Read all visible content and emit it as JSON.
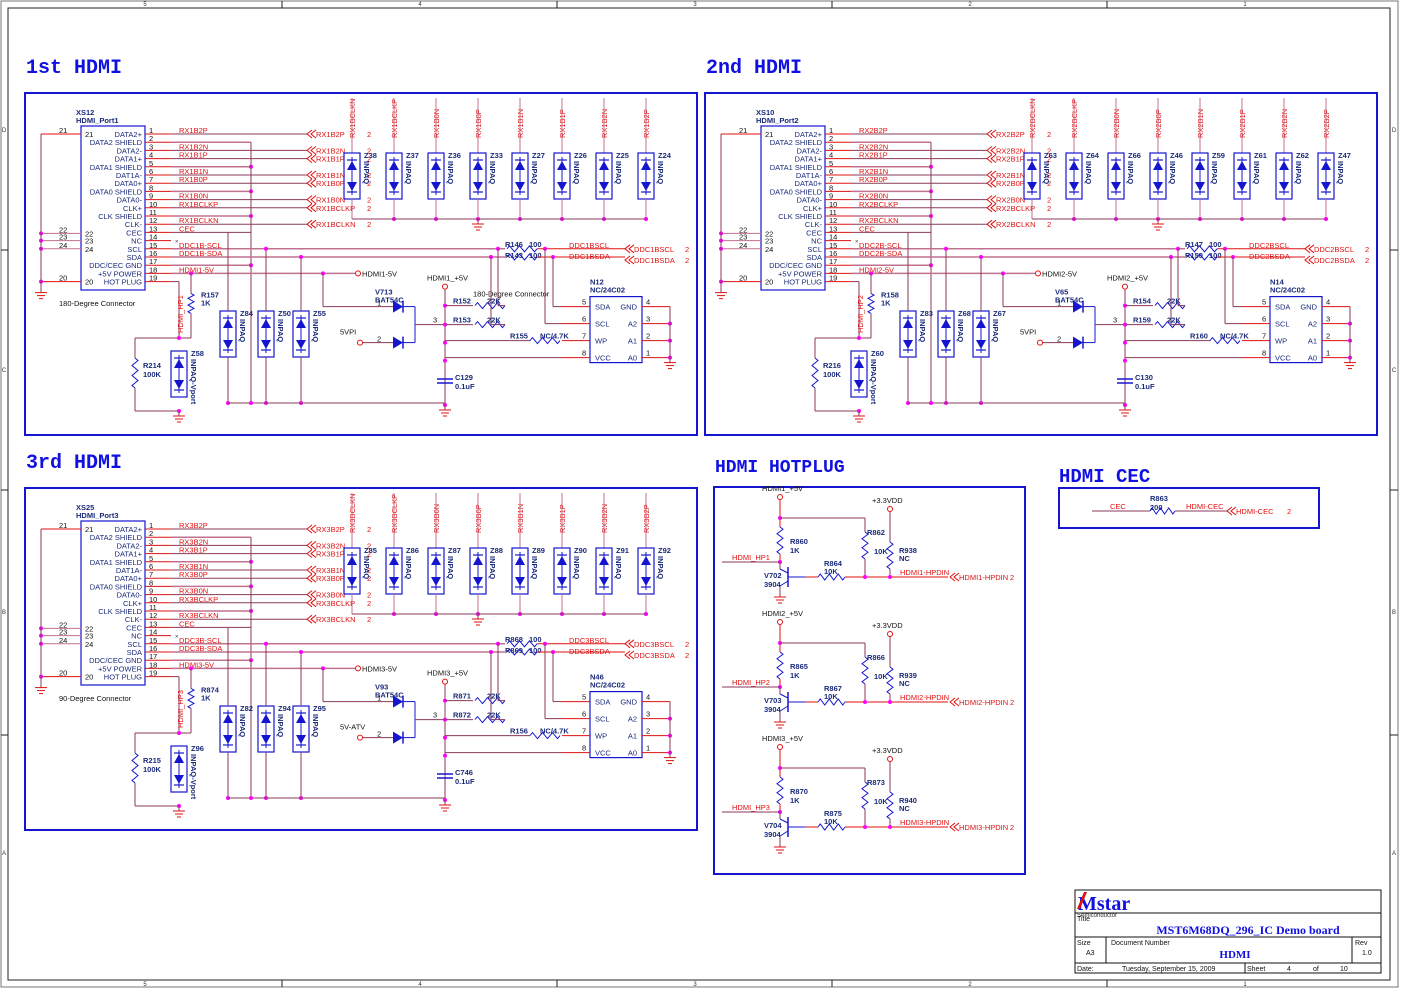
{
  "frame": {
    "col_labels": [
      "5",
      "4",
      "3",
      "2",
      "1"
    ],
    "row_labels": [
      "D",
      "C",
      "B",
      "A"
    ]
  },
  "blocks": {
    "hdmi1": {
      "title": "1st HDMI",
      "connector_ref": "XS12",
      "connector_name": "HDMI_Port1",
      "connector_note": "180-Degree Connector",
      "prefix": "RX1",
      "ddc_scl": "DDC1B-SCL",
      "ddc_sda": "DDC1B-SDA",
      "pwr_net": "HDMI1-5V",
      "hp_net": "HDMI_HP1",
      "ddc_scl_out": "DDC1BSCL",
      "ddc_sda_out": "DDC1BSDA",
      "esd_refs": [
        "Z38",
        "Z37",
        "Z36",
        "Z33",
        "Z27",
        "Z26",
        "Z25",
        "Z24"
      ],
      "esd_nets": [
        "RX1BCLKN",
        "RX1BCLKP",
        "RX1B0N",
        "RX1B0P",
        "RX1B1N",
        "RX1B1P",
        "RX1B2N",
        "RX1B2P"
      ],
      "esd_low_refs": [
        "Z84",
        "Z50",
        "Z55"
      ],
      "vport_ref": "Z58",
      "r_hp": {
        "ref": "R157",
        "val": "1K"
      },
      "r_pd": {
        "ref": "R214",
        "val": "100K"
      },
      "r_scl": {
        "ref": "R146",
        "val": "100"
      },
      "r_sda": {
        "ref": "R143",
        "val": "100"
      },
      "r_pu1": {
        "ref": "R152",
        "val": "22K"
      },
      "r_pu2": {
        "ref": "R153",
        "val": "22K"
      },
      "r_wp": {
        "ref": "R155",
        "val": "NC/4.7K"
      },
      "diode": {
        "ref": "V713",
        "val": "BAT54C"
      },
      "vplus": "HDMI1_+5V",
      "vin2": "5VPI",
      "cap": {
        "ref": "C129",
        "val": "0.1uF"
      },
      "eeprom": {
        "ref": "N12",
        "val": "NC/24C02"
      },
      "extra_note": "180-Degree Connector",
      "net_lines": [
        {
          "pin": "1",
          "net": "RX1B2P",
          "out": "RX1B2P"
        },
        {
          "pin": "3",
          "net": "RX1B2N",
          "out": "RX1B2N"
        },
        {
          "pin": "4",
          "net": "RX1B1P",
          "out": "RX1B1P"
        },
        {
          "pin": "6",
          "net": "RX1B1N",
          "out": "RX1B1N"
        },
        {
          "pin": "7",
          "net": "RX1B0P",
          "out": "RX1B0P"
        },
        {
          "pin": "9",
          "net": "RX1B0N",
          "out": "RX1B0N"
        },
        {
          "pin": "10",
          "net": "RX1BCLKP",
          "out": "RX1BCLKP"
        },
        {
          "pin": "12",
          "net": "RX1BCLKN",
          "out": "RX1BCLKN"
        },
        {
          "pin": "13",
          "net": "CEC",
          "out": ""
        }
      ]
    },
    "hdmi2": {
      "title": "2nd HDMI",
      "connector_ref": "XS10",
      "connector_name": "HDMI_Port2",
      "connector_note": "",
      "prefix": "RX2",
      "ddc_scl": "DDC2B-SCL",
      "ddc_sda": "DDC2B-SDA",
      "pwr_net": "HDMI2-5V",
      "hp_net": "HDMI_HP2",
      "ddc_scl_out": "DDC2BSCL",
      "ddc_sda_out": "DDC2BSDA",
      "esd_refs": [
        "Z63",
        "Z64",
        "Z66",
        "Z46",
        "Z59",
        "Z61",
        "Z62",
        "Z47"
      ],
      "esd_nets": [
        "RX2BCLKN",
        "RX2BCLKP",
        "RX2B0N",
        "RX2B0P",
        "RX2B1N",
        "RX2B1P",
        "RX2B2N",
        "RX2B2P"
      ],
      "esd_low_refs": [
        "Z83",
        "Z68",
        "Z67"
      ],
      "vport_ref": "Z60",
      "r_hp": {
        "ref": "R158",
        "val": "1K"
      },
      "r_pd": {
        "ref": "R216",
        "val": "100K"
      },
      "r_scl": {
        "ref": "R147",
        "val": "100"
      },
      "r_sda": {
        "ref": "R150",
        "val": "100"
      },
      "r_pu1": {
        "ref": "R154",
        "val": "22K"
      },
      "r_pu2": {
        "ref": "R159",
        "val": "22K"
      },
      "r_wp": {
        "ref": "R160",
        "val": "NC/4.7K"
      },
      "diode": {
        "ref": "V65",
        "val": "BAT54C"
      },
      "vplus": "HDMI2_+5V",
      "vin2": "5VPI",
      "cap": {
        "ref": "C130",
        "val": "0.1uF"
      },
      "eeprom": {
        "ref": "N14",
        "val": "NC/24C02"
      },
      "extra_note": "",
      "net_lines": [
        {
          "pin": "1",
          "net": "RX2B2P",
          "out": "RX2B2P"
        },
        {
          "pin": "3",
          "net": "RX2B2N",
          "out": "RX2B2N"
        },
        {
          "pin": "4",
          "net": "RX2B1P",
          "out": "RX2B1P"
        },
        {
          "pin": "6",
          "net": "RX2B1N",
          "out": "RX2B1N"
        },
        {
          "pin": "7",
          "net": "RX2B0P",
          "out": "RX2B0P"
        },
        {
          "pin": "9",
          "net": "RX2B0N",
          "out": "RX2B0N"
        },
        {
          "pin": "10",
          "net": "RX2BCLKP",
          "out": "RX2BCLKP"
        },
        {
          "pin": "12",
          "net": "RX2BCLKN",
          "out": "RX2BCLKN"
        },
        {
          "pin": "13",
          "net": "CEC",
          "out": ""
        }
      ]
    },
    "hdmi3": {
      "title": "3rd HDMI",
      "connector_ref": "XS25",
      "connector_name": "HDMI_Port3",
      "connector_note": "90-Degree Connector",
      "prefix": "RX3",
      "ddc_scl": "DDC3B-SCL",
      "ddc_sda": "DDC3B-SDA",
      "pwr_net": "HDMI3-5V",
      "hp_net": "HDMI_HP3",
      "ddc_scl_out": "DDC3BSCL",
      "ddc_sda_out": "DDC3BSDA",
      "esd_refs": [
        "Z85",
        "Z86",
        "Z87",
        "Z88",
        "Z89",
        "Z90",
        "Z91",
        "Z92"
      ],
      "esd_nets": [
        "RX3BCLKN",
        "RX3BCLKP",
        "RX3B0N",
        "RX3B0P",
        "RX3B1N",
        "RX3B1P",
        "RX3B2N",
        "RX3B2P"
      ],
      "esd_low_refs": [
        "Z82",
        "Z94",
        "Z95"
      ],
      "vport_ref": "Z96",
      "r_hp": {
        "ref": "R874",
        "val": "1K"
      },
      "r_pd": {
        "ref": "R215",
        "val": "100K"
      },
      "r_scl": {
        "ref": "R868",
        "val": "100"
      },
      "r_sda": {
        "ref": "R869",
        "val": "100"
      },
      "r_pu1": {
        "ref": "R871",
        "val": "22K"
      },
      "r_pu2": {
        "ref": "R872",
        "val": "22K"
      },
      "r_wp": {
        "ref": "R156",
        "val": "NC/4.7K"
      },
      "diode": {
        "ref": "V93",
        "val": "BAT54C"
      },
      "vplus": "HDMI3_+5V",
      "vin2": "5V-ATV",
      "cap": {
        "ref": "C746",
        "val": "0.1uF"
      },
      "eeprom": {
        "ref": "N46",
        "val": "NC/24C02"
      },
      "extra_note": "",
      "net_lines": [
        {
          "pin": "1",
          "net": "RX3B2P",
          "out": "RX3B2P"
        },
        {
          "pin": "3",
          "net": "RX3B2N",
          "out": "RX3B2N"
        },
        {
          "pin": "4",
          "net": "RX3B1P",
          "out": "RX3B1P"
        },
        {
          "pin": "6",
          "net": "RX3B1N",
          "out": "RX3B1N"
        },
        {
          "pin": "7",
          "net": "RX3B0P",
          "out": "RX3B0P"
        },
        {
          "pin": "9",
          "net": "RX3B0N",
          "out": "RX3B0N"
        },
        {
          "pin": "10",
          "net": "RX3BCLKP",
          "out": "RX3BCLKP"
        },
        {
          "pin": "12",
          "net": "RX3BCLKN",
          "out": "RX3BCLKN"
        },
        {
          "pin": "13",
          "net": "CEC",
          "out": ""
        }
      ]
    }
  },
  "connector_pins": [
    {
      "num": "1",
      "name": "DATA2+"
    },
    {
      "num": "2",
      "name": "DATA2 SHIELD"
    },
    {
      "num": "3",
      "name": "DATA2-"
    },
    {
      "num": "4",
      "name": "DATA1+"
    },
    {
      "num": "5",
      "name": "DATA1 SHIELD"
    },
    {
      "num": "6",
      "name": "DAT1A-"
    },
    {
      "num": "7",
      "name": "DATA0+"
    },
    {
      "num": "8",
      "name": "DATA0 SHIELD"
    },
    {
      "num": "9",
      "name": "DATA0-"
    },
    {
      "num": "10",
      "name": "CLK+"
    },
    {
      "num": "11",
      "name": "CLK SHIELD"
    },
    {
      "num": "12",
      "name": "CLK-"
    },
    {
      "num": "13",
      "name": "CEC"
    },
    {
      "num": "14",
      "name": "NC"
    },
    {
      "num": "15",
      "name": "SCL"
    },
    {
      "num": "16",
      "name": "SDA"
    },
    {
      "num": "17",
      "name": "DDC/CEC GND"
    },
    {
      "num": "18",
      "name": "+5V POWER"
    },
    {
      "num": "19",
      "name": "HOT PLUG"
    }
  ],
  "connector_left_pins": [
    "21",
    "22",
    "23",
    "24",
    "20"
  ],
  "eeprom_pins": {
    "left": [
      {
        "num": "5",
        "name": "SDA"
      },
      {
        "num": "6",
        "name": "SCL"
      },
      {
        "num": "7",
        "name": "WP"
      },
      {
        "num": "8",
        "name": "VCC"
      }
    ],
    "right": [
      {
        "num": "4",
        "name": "GND"
      },
      {
        "num": "3",
        "name": "A2"
      },
      {
        "num": "2",
        "name": "A1"
      },
      {
        "num": "1",
        "name": "A0"
      }
    ]
  },
  "esd_part": "INPAQ",
  "esd_vport_part": "INPAQ-Vport",
  "sheet_ref": "2",
  "hotplug": {
    "title": "HDMI HOTPLUG",
    "vdd": "+3.3VDD",
    "circuits": [
      {
        "vin": "HDMI1_+5V",
        "hp": "HDMI_HP1",
        "r_top": {
          "ref": "R860",
          "val": "1K"
        },
        "r_pu": {
          "ref": "R862",
          "val": "10K"
        },
        "r_nc": {
          "ref": "R938",
          "val": "NC"
        },
        "r_base": {
          "ref": "R864",
          "val": "10K"
        },
        "q": {
          "ref": "V702",
          "val": "3904"
        },
        "out": "HDMI1-HPDIN"
      },
      {
        "vin": "HDMI2_+5V",
        "hp": "HDMI_HP2",
        "r_top": {
          "ref": "R865",
          "val": "1K"
        },
        "r_pu": {
          "ref": "R866",
          "val": "10K"
        },
        "r_nc": {
          "ref": "R939",
          "val": "NC"
        },
        "r_base": {
          "ref": "R867",
          "val": "10K"
        },
        "q": {
          "ref": "V703",
          "val": "3904"
        },
        "out": "HDMI2-HPDIN"
      },
      {
        "vin": "HDMI3_+5V",
        "hp": "HDMI_HP3",
        "r_top": {
          "ref": "R870",
          "val": "1K"
        },
        "r_pu": {
          "ref": "R873",
          "val": "10K"
        },
        "r_nc": {
          "ref": "R940",
          "val": "NC"
        },
        "r_base": {
          "ref": "R875",
          "val": "10K"
        },
        "q": {
          "ref": "V704",
          "val": "3904"
        },
        "out": "HDMI3-HPDIN"
      }
    ]
  },
  "cec": {
    "title": "HDMI CEC",
    "in_net": "CEC",
    "r": {
      "ref": "R863",
      "val": "200"
    },
    "out_net": "HDMI-CEC",
    "out_port": "HDMI-CEC"
  },
  "title_block": {
    "company": "Mstar",
    "company_sub": "Semiconductor",
    "title_label": "Title",
    "title": "MST6M68DQ_296_IC Demo board",
    "size_label": "Size",
    "size": "A3",
    "doc_label": "Document Number",
    "doc": "HDMI",
    "rev_label": "Rev",
    "rev": "1.0",
    "date_label": "Date:",
    "date": "Tuesday, September 15, 2009",
    "sheet_label": "Sheet",
    "sheet": "4",
    "of_label": "of",
    "sheet_total": "10"
  }
}
